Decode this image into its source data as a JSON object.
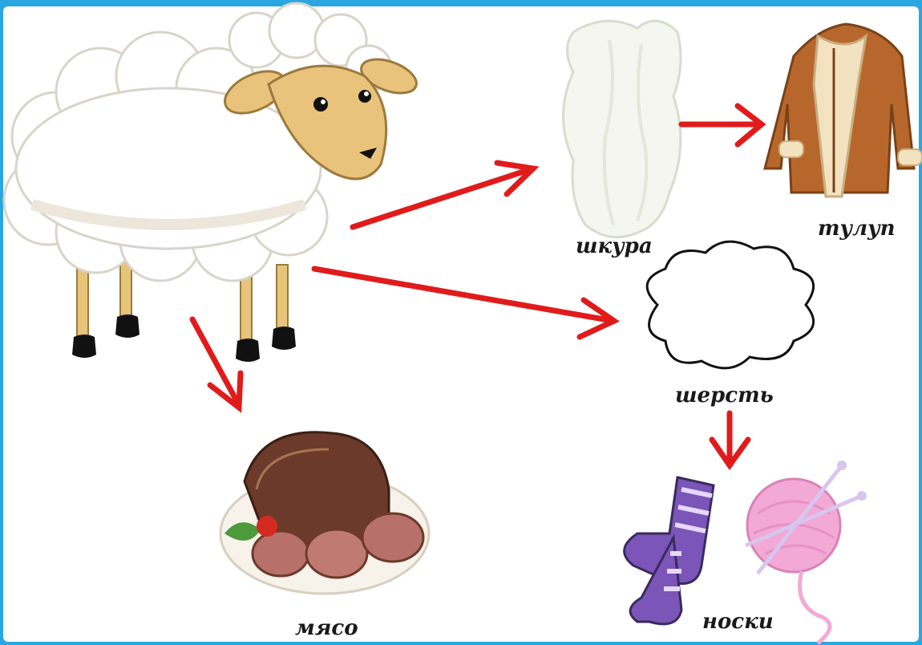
{
  "diagram": {
    "labels": {
      "skin": "шкура",
      "coat": "тулуп",
      "wool": "шерсть",
      "meat": "мясо",
      "socks": "носки"
    },
    "colors": {
      "frame": "#2aa6e0",
      "arrow": "#e01b1b",
      "wool_white": "#ffffff",
      "sheep_face": "#e9c27c",
      "coat_leather": "#b8672c",
      "meat": "#8a4a3a",
      "sock_purple": "#7b55b8",
      "yarn_pink": "#f2a9d6"
    },
    "nodes": [
      {
        "id": "sheep",
        "icon": "sheep-icon"
      },
      {
        "id": "skin",
        "icon": "sheepskin-icon"
      },
      {
        "id": "coat",
        "icon": "sheepskin-coat-icon"
      },
      {
        "id": "wool",
        "icon": "wool-cloud-icon"
      },
      {
        "id": "meat",
        "icon": "roast-meat-icon"
      },
      {
        "id": "socks",
        "icon": "socks-and-yarn-icon"
      }
    ],
    "edges": [
      {
        "from": "sheep",
        "to": "skin"
      },
      {
        "from": "skin",
        "to": "coat"
      },
      {
        "from": "sheep",
        "to": "wool"
      },
      {
        "from": "sheep",
        "to": "meat"
      },
      {
        "from": "wool",
        "to": "socks"
      }
    ]
  }
}
